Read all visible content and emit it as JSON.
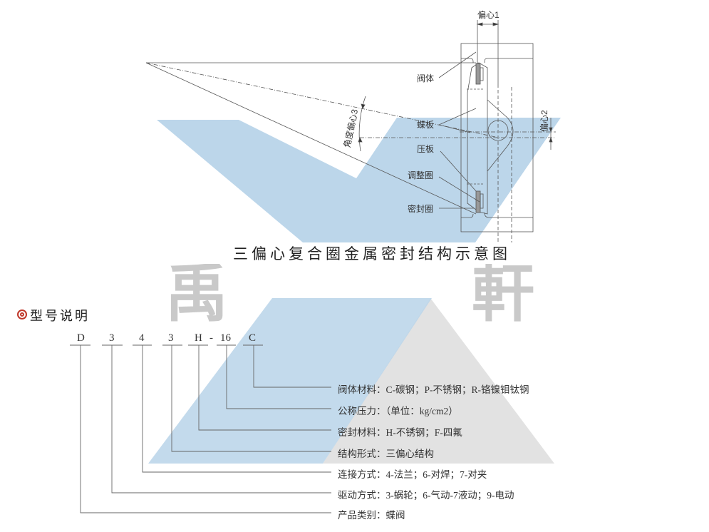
{
  "watermark": {
    "left_char": "禹",
    "right_char": "軒",
    "blue": "#bcd6ea",
    "gray": "#e0e0e0"
  },
  "diagram": {
    "title": "三偏心复合圈金属密封结构示意图",
    "labels": {
      "offset1": "偏心1",
      "offset2": "偏心2",
      "offset3": "角度偏心3",
      "body": "阀体",
      "disc": "蝶板",
      "plate": "压板",
      "adjust_ring": "调整圈",
      "seal_ring": "密封圈"
    }
  },
  "model": {
    "heading_icon": "double-circle-icon",
    "heading": "型号说明",
    "accent": "#c0392b",
    "code": [
      "D",
      "3",
      "4",
      "3",
      "H",
      "-",
      "16",
      "C"
    ],
    "rows": [
      "阀体材料：C-碳钢；P-不锈钢；R-铬镍钼钛钢",
      "公称压力：（单位：kg/cm2）",
      "密封材料：H-不锈钢；F-四氟",
      "结构形式：三偏心结构",
      "连接方式：4-法兰；6-对焊；7-对夹",
      "驱动方式：3-蜗轮；6-气动-7液动；9-电动",
      "产品类别：蝶阀"
    ]
  }
}
